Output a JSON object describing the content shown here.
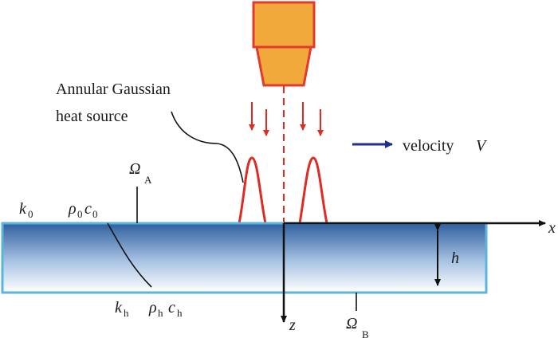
{
  "labels": {
    "source_line1": "Annular Gaussian",
    "source_line2": "heat source",
    "velocity_text": "velocity",
    "velocity_symbol": "V",
    "omega_a": "Ω",
    "omega_a_sub": "A",
    "omega_b": "Ω",
    "omega_b_sub": "B",
    "k0": "k",
    "k0_sub": "0",
    "rho0": "ρ",
    "rho0_sub": "0",
    "c0": "c",
    "c0_sub": "0",
    "kh": "k",
    "kh_sub": "h",
    "rhoh": "ρ",
    "rhoh_sub": "h",
    "ch": "c",
    "ch_sub": "h",
    "axis_x": "x",
    "axis_z": "z",
    "thickness_h": "h"
  },
  "colors": {
    "laser_fill": "#f2a93b",
    "laser_stroke": "#e23b2e",
    "heat_red": "#e02b22",
    "velocity_arrow": "#1f2f8f",
    "plate_border": "#5ab4dc",
    "plate_top": "#2f5f9e",
    "plate_bottom": "#ffffff",
    "axis": "#111111"
  }
}
